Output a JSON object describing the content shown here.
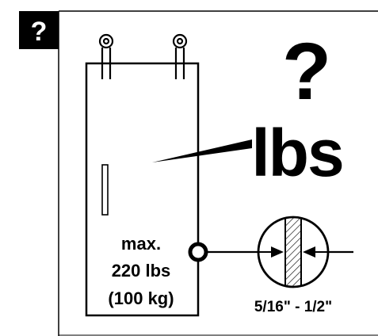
{
  "badge": {
    "symbol": "?"
  },
  "heading": {
    "question_mark": "?",
    "unit": "lbs"
  },
  "door_label": {
    "line1": "max.",
    "line2": "220 lbs",
    "line3": "(100 kg)"
  },
  "track_size": "5/16\" - 1/2\"",
  "colors": {
    "ink": "#000000",
    "paper": "#ffffff"
  }
}
